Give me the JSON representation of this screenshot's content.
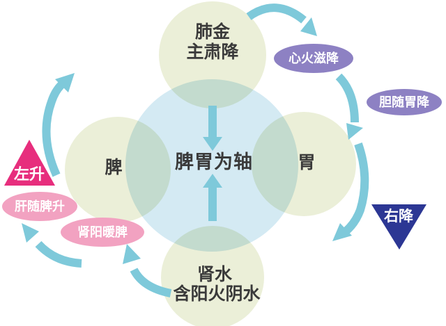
{
  "diagram": {
    "center": {
      "label": "脾胃为轴"
    },
    "top": {
      "line1": "肺金",
      "line2": "主肃降"
    },
    "left": {
      "label": "脾"
    },
    "right": {
      "label": "胃"
    },
    "bottom": {
      "line1": "肾水",
      "line2": "含阳火阴水"
    },
    "badges": {
      "heart_fire": "心火滋降",
      "gallbladder": "胆随胃降",
      "liver": "肝随脾升",
      "kidney_yang": "肾阳暖脾",
      "left_ascend": "左升",
      "right_descend": "右降"
    }
  },
  "colors": {
    "circle_blue": "#d4eaf3",
    "circle_green": "#ebefd8",
    "arrow_teal": "#7ec9da",
    "badge_purple": "#8d81c3",
    "badge_pink": "#f2a2c1",
    "triangle_magenta": "#e72e7d",
    "triangle_navy": "#2c3794",
    "circle_text": "#3a3a3a",
    "badge_text": "#ffffff"
  }
}
